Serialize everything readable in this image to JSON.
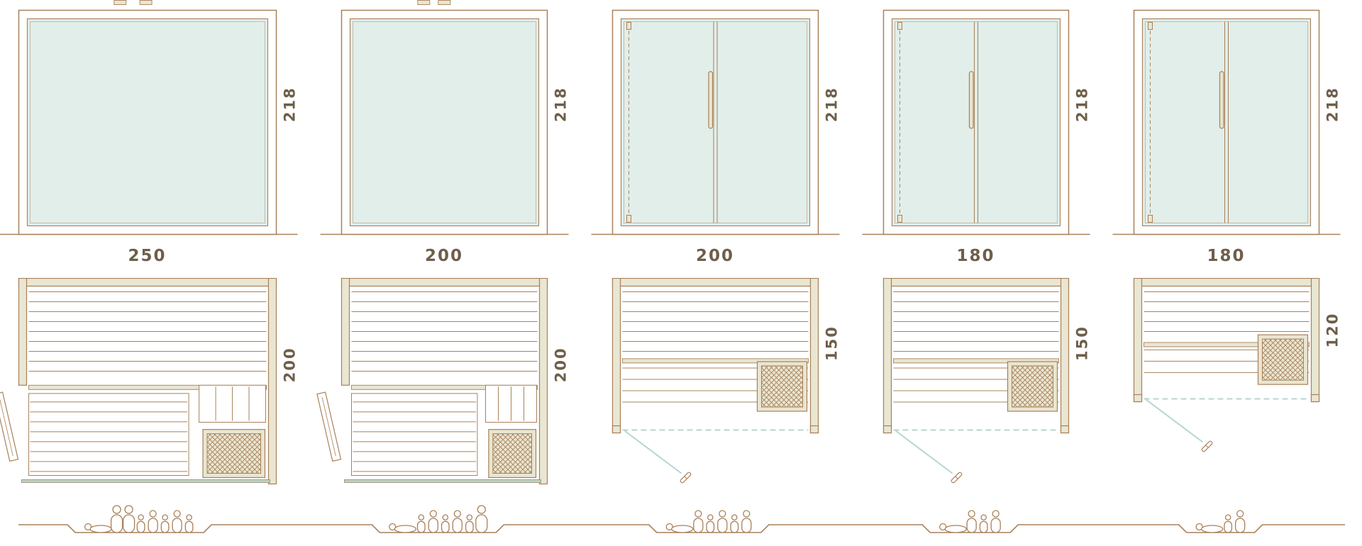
{
  "colors": {
    "line": "#a8815a",
    "text": "#6e5f4a",
    "glass": "#e1eeea",
    "wall": "#e9e6d2",
    "blue": "#b5d6d0",
    "white": "#ffffff",
    "background": "#ffffff"
  },
  "models": [
    {
      "name": "model-250x200",
      "front": {
        "style": "fixed-glass",
        "width_label": "250",
        "height_label": "218"
      },
      "plan": {
        "style": "side-door",
        "depth_label": "200"
      },
      "figures": [
        "reclining",
        "tall",
        "tall",
        "child",
        "adult",
        "child",
        "adult",
        "child"
      ]
    },
    {
      "name": "model-200x200",
      "front": {
        "style": "fixed-glass",
        "width_label": "200",
        "height_label": "218"
      },
      "plan": {
        "style": "side-door",
        "depth_label": "200"
      },
      "figures": [
        "reclining",
        "child",
        "adult",
        "child",
        "adult",
        "child",
        "tall"
      ]
    },
    {
      "name": "model-200x150",
      "front": {
        "style": "double-door",
        "width_label": "200",
        "height_label": "218"
      },
      "plan": {
        "style": "front-door",
        "depth_label": "150"
      },
      "figures": [
        "reclining",
        "adult",
        "child",
        "adult",
        "child",
        "adult"
      ]
    },
    {
      "name": "model-180x150",
      "front": {
        "style": "double-door",
        "width_label": "180",
        "height_label": "218"
      },
      "plan": {
        "style": "front-door",
        "depth_label": "150"
      },
      "figures": [
        "reclining",
        "adult",
        "child",
        "adult"
      ]
    },
    {
      "name": "model-180x120",
      "front": {
        "style": "double-door",
        "width_label": "180",
        "height_label": "218"
      },
      "plan": {
        "style": "front-door",
        "depth_label": "120"
      },
      "figures": [
        "reclining",
        "child",
        "adult"
      ]
    }
  ]
}
